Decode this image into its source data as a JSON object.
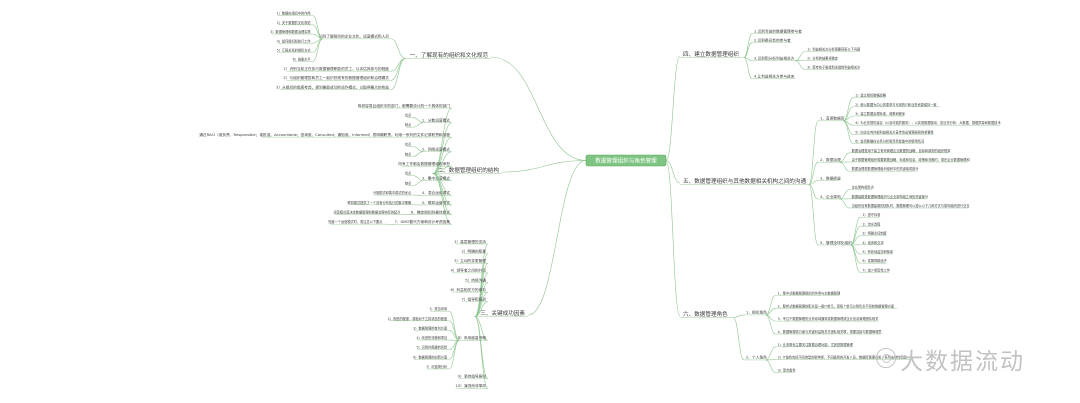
{
  "central": "数据管理组织与角色管理",
  "branches": [
    {
      "id": "b1",
      "label": "一、了解现有的组织和文化规范",
      "children": [
        {
          "label": "如何了解组织的企业文化、运营模式和人员",
          "children": [
            "1）数据在组织中的作用",
            "2）关于数据的文化规范",
            "3）数据管理和数据治理实践",
            "4）如何组织和执行工作",
            "5）汇报关系的组织方式",
            "6）技能水平"
          ]
        },
        {
          "label": "1）识别当前正在执行数据管理职能的员工，以评估其参与的程度",
          "children": []
        },
        {
          "label": "2）与组织管理层和员工一起识别现有的数据管理组织和治理模式",
          "children": []
        },
        {
          "label": "3）从组织的角度考虑，规划最能成功的运作模式，以取得最大的收益",
          "children": []
        }
      ]
    },
    {
      "id": "b2",
      "label": "二、数据管理组织的结构",
      "children": [
        {
          "label": "极其容易且组织中的部门，都需要设计的一个具体的部门",
          "children": []
        },
        {
          "label": "1、分散运营模式",
          "children": [
            "优点",
            "缺点"
          ]
        },
        {
          "label": "通过RACI（谁负责、Responsible；谁批准、Accountable；咨询谁、Consulted；通知谁、Informed）表明确职责，利用一系列的文件记录职责和流程",
          "children": []
        },
        {
          "label": "2、网络运营模式",
          "children": [
            "优点",
            "缺点"
          ]
        },
        {
          "label": "所有工作都由数据管理组织承担",
          "children": []
        },
        {
          "label": "3、集中运营模式",
          "children": [
            "优点",
            "缺点"
          ]
        },
        {
          "label": "4、混合运营模式",
          "children": [
            "分散模式和集中模式的优点"
          ]
        },
        {
          "label": "5、联邦运营模式",
          "children": [
            "联邦模式提供了一个具有分布执行的集中策略"
          ]
        },
        {
          "label": "6、确定组织的最佳模式",
          "children": [
            "运营模式是决定数据管理和数据治理实际的起点"
          ]
        },
        {
          "label": "7、DMO替代方案和设计考虑因素",
          "children": [
            "知道一个运营模式时，需注意以下要点"
          ]
        }
      ]
    },
    {
      "id": "b3",
      "label": "三、关键成功因素",
      "children": [
        {
          "label": "1）高层管理的支持",
          "children": []
        },
        {
          "label": "2）明确的愿景",
          "children": []
        },
        {
          "label": "3）主动的变更管理",
          "children": []
        },
        {
          "label": "4）领导者之间的共识",
          "children": []
        },
        {
          "label": "5）持续沟通",
          "children": []
        },
        {
          "label": "6）利益相关方的参与",
          "children": []
        },
        {
          "label": "7）指导和培训",
          "children": []
        },
        {
          "label": "8）采用度量策略",
          "children": [
            "1）是否采用",
            "2）改进的程度，或相对于之前状态的程度",
            "3）数据管理的有利方面",
            "4）改进的流程和项目",
            "5）识别并规避的风险",
            "6）数据管理的创新方面",
            "7）可追溯分析"
          ]
        },
        {
          "label": "9）坚持指导原则",
          "children": []
        },
        {
          "label": "10）演进而非革命",
          "children": []
        }
      ]
    },
    {
      "id": "b4",
      "label": "四、建立数据管理组织",
      "children": [
        {
          "label": "1.识别当前的数据管理参与者",
          "children": []
        },
        {
          "label": "2.识别委员会的参与者",
          "children": []
        },
        {
          "label": "3.识别和分析利益相关方",
          "children": [
            "1）利益相关方分析需要回答以下问题",
            "2）分析的结果将确定",
            "3）思考有于能找到关键的利益相关方"
          ]
        },
        {
          "label": "4.让利益相关方参与进来",
          "children": []
        }
      ]
    },
    {
      "id": "b5",
      "label": "五、数据管理组织与其他数据相关机构之间的沟通",
      "children": [
        {
          "label": "1、首席数据官",
          "children": [
            "1）建立组织数据战略",
            "2）使以数据为中心的需求与可用的IT和业务资源保持一致",
            "3）建立数据治理标准、政策和程序",
            "4）为业务提供建议（以及可能的服务），以实现数据驱动，如业务分析、大数据、数据质量和数据技术",
            "5）向企业内外部利益相关方宣传信息管理原则的重要性",
            "6）监督数据在业务分析和商务智能中的使用情况"
          ]
        },
        {
          "label": "2、数据治理",
          "children": [
            "数据治理是用于建立有效管理企业数据的战略、目标和原则的组织框架",
            "由于数据管理组织需要数据战略、标准和信息、政策和流程时，需在企业数据管理和",
            "数据治理是数据管理组织组织中的关键组成部分"
          ]
        },
        {
          "label": "3、数据质量",
          "children": []
        },
        {
          "label": "4、企业架构",
          "children": [
            "企业架构组负责",
            "数据建模是数据管理组织与企业架构组之间的关键部分",
            "当组织没有数据建模的团队时，数据管理可以遵以以下几种方式与架构组织进行交互"
          ]
        },
        {
          "label": "5、管理全球化组织",
          "children": [
            "1）遵守标准",
            "2）流水改程",
            "3）明确责任制度",
            "4）培训和交流",
            "5）有效地监控和衡量",
            "6）发展规模经济",
            "7）减少重复性工作"
          ]
        }
      ]
    },
    {
      "id": "b6",
      "label": "六、数据管理角色",
      "children": [
        {
          "label": "1、组织角色",
          "children": [
            "1、集中式数据管理组织的作用与主数据管理",
            "2、联邦式数据管理的职责是一组IT单元，而每个单元分别负责不同的数据管理方面",
            "3、专注于数据管理的业务领域通常或数据管理或企业信息管理团队相关",
            "4、数据管理执行者与关键利益相关方团队相关联，需要连接与数据管理员"
          ]
        },
        {
          "label": "2、个人角色",
          "children": [
            "1）业务角色主要关注数据治理功能，尤其是数据管理",
            "2）IT角色包括不同类型的架构师、不同级别的开发人员、数据库管理员和一系列支持性职能",
            "3）混合角色"
          ]
        }
      ]
    }
  ],
  "watermark": {
    "text": "大数据流动",
    "icon": "wechat-icon"
  },
  "colors": {
    "central_fill": "#7ec482",
    "central_border": "#5aa85f",
    "line": "#8dc48f"
  }
}
